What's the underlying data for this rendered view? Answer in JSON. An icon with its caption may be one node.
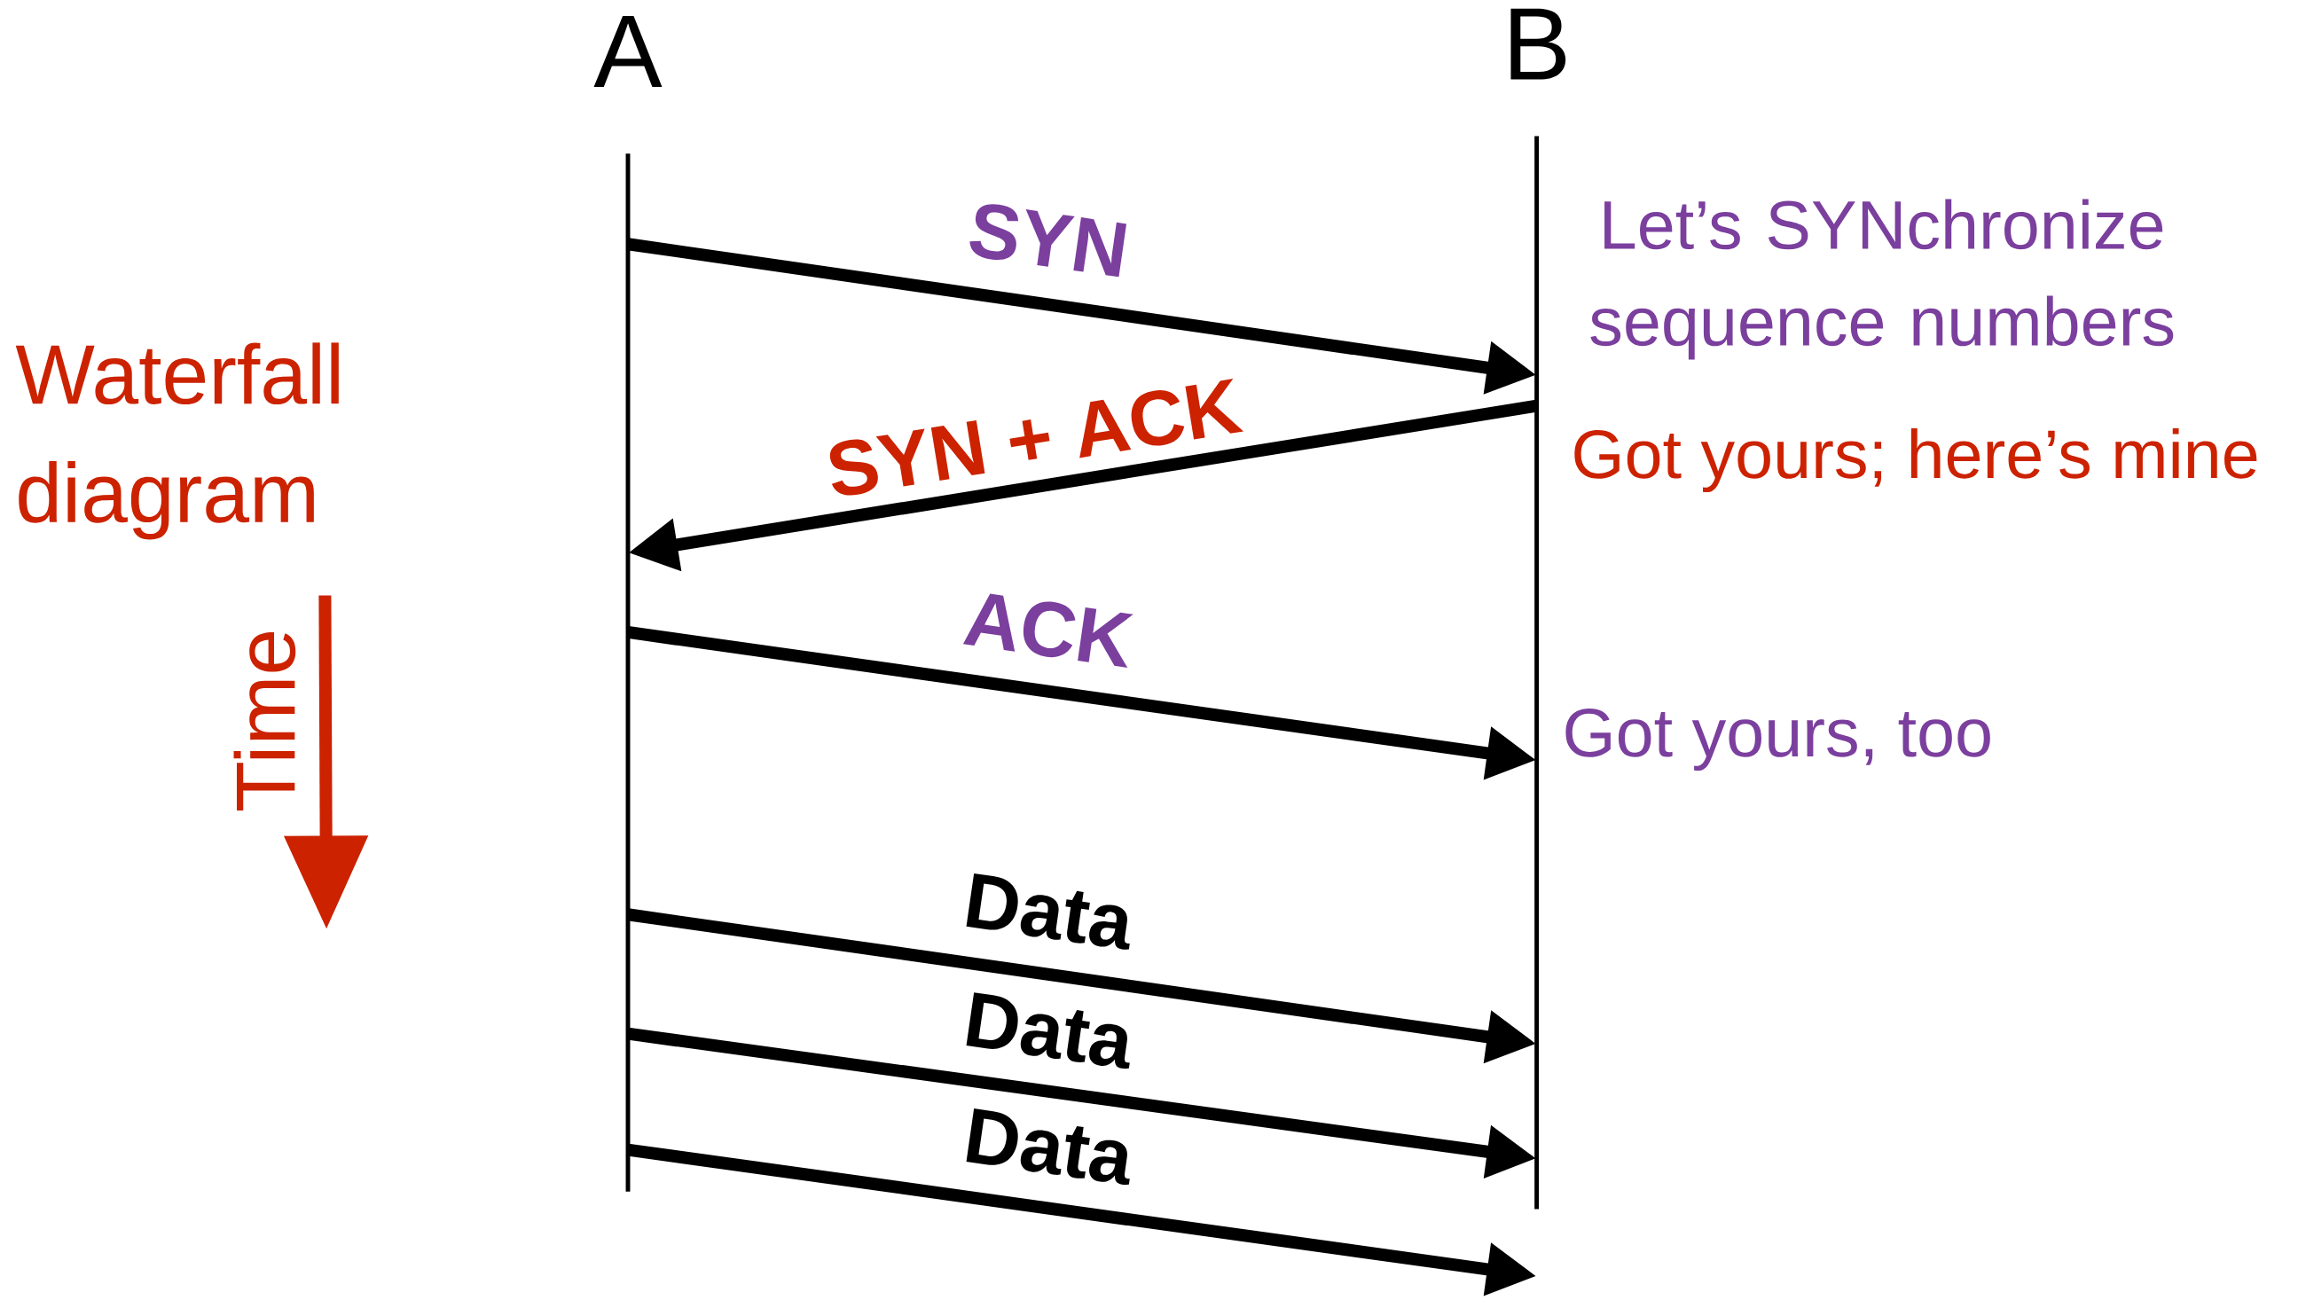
{
  "diagram": {
    "nodes": [
      {
        "text": [
          "A"
        ]
      },
      {
        "text": [
          "B"
        ]
      }
    ],
    "edges": [
      {
        "from": 0,
        "to": 1,
        "arrow": "to",
        "label": "SYN"
      },
      {
        "from": 1,
        "to": 0,
        "arrow": "to",
        "label": "SYN + ACK"
      },
      {
        "from": 0,
        "to": 1,
        "arrow": "to",
        "label": "ACK"
      },
      {
        "from": 0,
        "to": 1,
        "arrow": "to",
        "label": "Data"
      },
      {
        "from": 0,
        "to": 1,
        "arrow": "to",
        "label": "Data"
      },
      {
        "from": 0,
        "to": 1,
        "arrow": "to",
        "label": "Data"
      }
    ],
    "labels": [
      "Let’s SYNchronize sequence numbers",
      "Waterfall diagram",
      "Got yours; here’s mine",
      "Time",
      "Got yours, too"
    ]
  }
}
